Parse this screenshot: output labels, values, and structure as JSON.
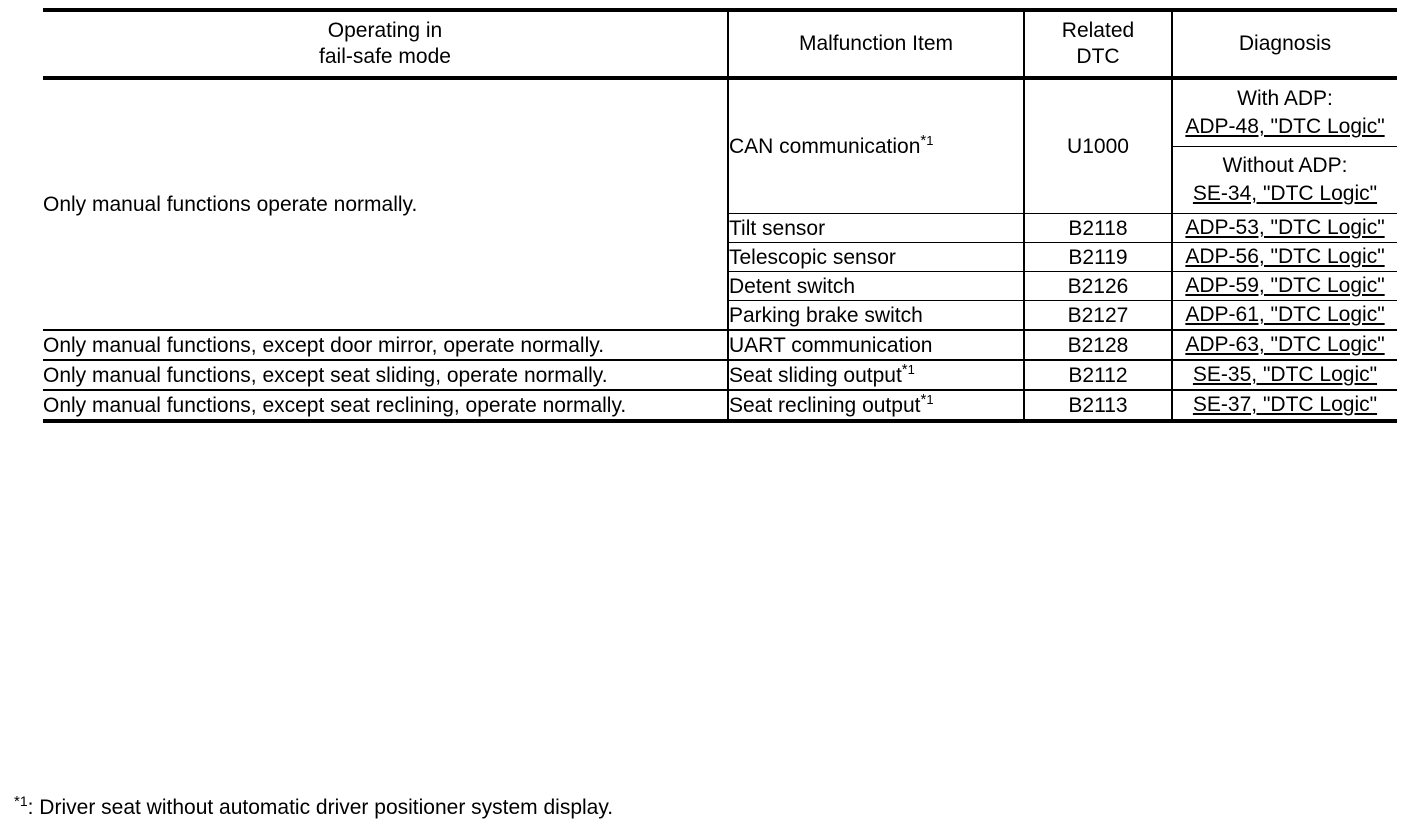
{
  "table": {
    "headers": {
      "mode_line1": "Operating in",
      "mode_line2": "fail-safe mode",
      "item": "Malfunction Item",
      "dtc_line1": "Related",
      "dtc_line2": "DTC",
      "diagnosis": "Diagnosis"
    },
    "groups": [
      {
        "mode": "Only manual functions operate normally.",
        "rows": [
          {
            "item": "CAN communication",
            "item_footnote": "1",
            "dtc": "U1000",
            "diagnosis_split": [
              {
                "label": "With ADP:",
                "link": "ADP-48, \"DTC Logic\""
              },
              {
                "label": "Without ADP:",
                "link": "SE-34, \"DTC Logic\""
              }
            ]
          },
          {
            "item": "Tilt sensor",
            "item_footnote": "",
            "dtc": "B2118",
            "diagnosis_link": "ADP-53, \"DTC Logic\""
          },
          {
            "item": "Telescopic sensor",
            "item_footnote": "",
            "dtc": "B2119",
            "diagnosis_link": "ADP-56, \"DTC Logic\""
          },
          {
            "item": "Detent switch",
            "item_footnote": "",
            "dtc": "B2126",
            "diagnosis_link": "ADP-59, \"DTC Logic\""
          },
          {
            "item": "Parking brake switch",
            "item_footnote": "",
            "dtc": "B2127",
            "diagnosis_link": "ADP-61, \"DTC Logic\""
          }
        ]
      },
      {
        "mode": "Only manual functions, except door mirror, operate normally.",
        "rows": [
          {
            "item": "UART communication",
            "item_footnote": "",
            "dtc": "B2128",
            "diagnosis_link": "ADP-63, \"DTC Logic\""
          }
        ]
      },
      {
        "mode": "Only manual functions, except seat sliding, operate normally.",
        "rows": [
          {
            "item": "Seat sliding output",
            "item_footnote": "1",
            "dtc": "B2112",
            "diagnosis_link": "SE-35, \"DTC Logic\""
          }
        ]
      },
      {
        "mode": "Only manual functions, except seat reclining, operate normally.",
        "rows": [
          {
            "item": "Seat reclining output",
            "item_footnote": "1",
            "dtc": "B2113",
            "diagnosis_link": "SE-37, \"DTC Logic\""
          }
        ]
      }
    ]
  },
  "footnote": {
    "marker": "1",
    "text": ": Driver seat without automatic driver positioner system display."
  }
}
